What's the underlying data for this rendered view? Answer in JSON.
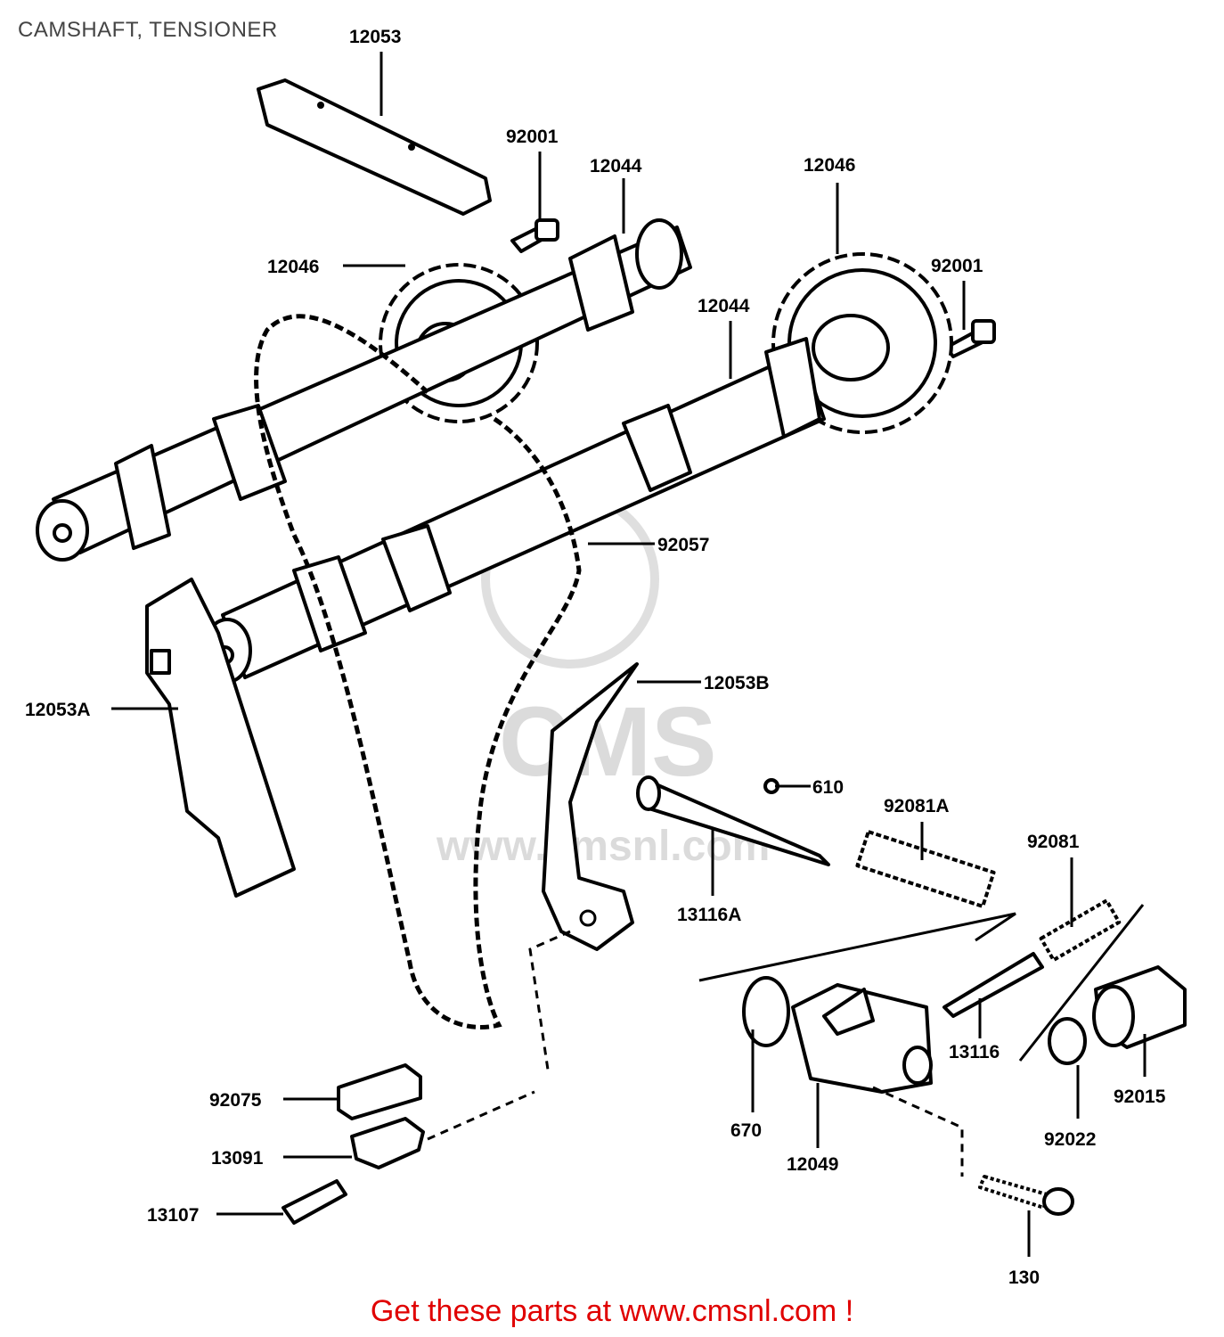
{
  "title": "CAMSHAFT, TENSIONER",
  "footer": "Get these parts at www.cmsnl.com !",
  "watermark": {
    "logo": "CMS",
    "url": "www.cmsnl.com"
  },
  "callouts": [
    {
      "id": "p-12053",
      "text": "12053"
    },
    {
      "id": "p-92001a",
      "text": "92001"
    },
    {
      "id": "p-12044a",
      "text": "12044"
    },
    {
      "id": "p-12046a",
      "text": "12046"
    },
    {
      "id": "p-12046b",
      "text": "12046"
    },
    {
      "id": "p-92001b",
      "text": "92001"
    },
    {
      "id": "p-12044b",
      "text": "12044"
    },
    {
      "id": "p-92057",
      "text": "92057"
    },
    {
      "id": "p-12053b",
      "text": "12053B"
    },
    {
      "id": "p-12053a",
      "text": "12053A"
    },
    {
      "id": "p-610",
      "text": "610"
    },
    {
      "id": "p-92081a",
      "text": "92081A"
    },
    {
      "id": "p-92081",
      "text": "92081"
    },
    {
      "id": "p-13116a",
      "text": "13116A"
    },
    {
      "id": "p-13116",
      "text": "13116"
    },
    {
      "id": "p-92015",
      "text": "92015"
    },
    {
      "id": "p-670",
      "text": "670"
    },
    {
      "id": "p-92022",
      "text": "92022"
    },
    {
      "id": "p-12049",
      "text": "12049"
    },
    {
      "id": "p-92075",
      "text": "92075"
    },
    {
      "id": "p-13091",
      "text": "13091"
    },
    {
      "id": "p-13107",
      "text": "13107"
    },
    {
      "id": "p-130",
      "text": "130"
    }
  ]
}
